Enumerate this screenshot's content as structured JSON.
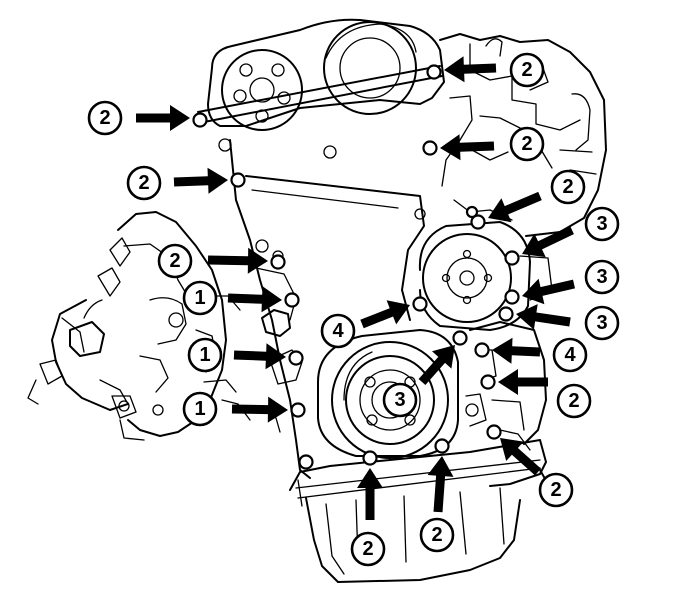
{
  "diagram": {
    "callouts": [
      {
        "label": "2"
      },
      {
        "label": "2"
      },
      {
        "label": "2"
      },
      {
        "label": "2"
      },
      {
        "label": "2"
      },
      {
        "label": "2"
      },
      {
        "label": "3"
      },
      {
        "label": "3"
      },
      {
        "label": "3"
      },
      {
        "label": "1"
      },
      {
        "label": "4"
      },
      {
        "label": "1"
      },
      {
        "label": "4"
      },
      {
        "label": "1"
      },
      {
        "label": "2"
      },
      {
        "label": "3"
      },
      {
        "label": "2"
      },
      {
        "label": "2"
      },
      {
        "label": "2"
      }
    ]
  }
}
